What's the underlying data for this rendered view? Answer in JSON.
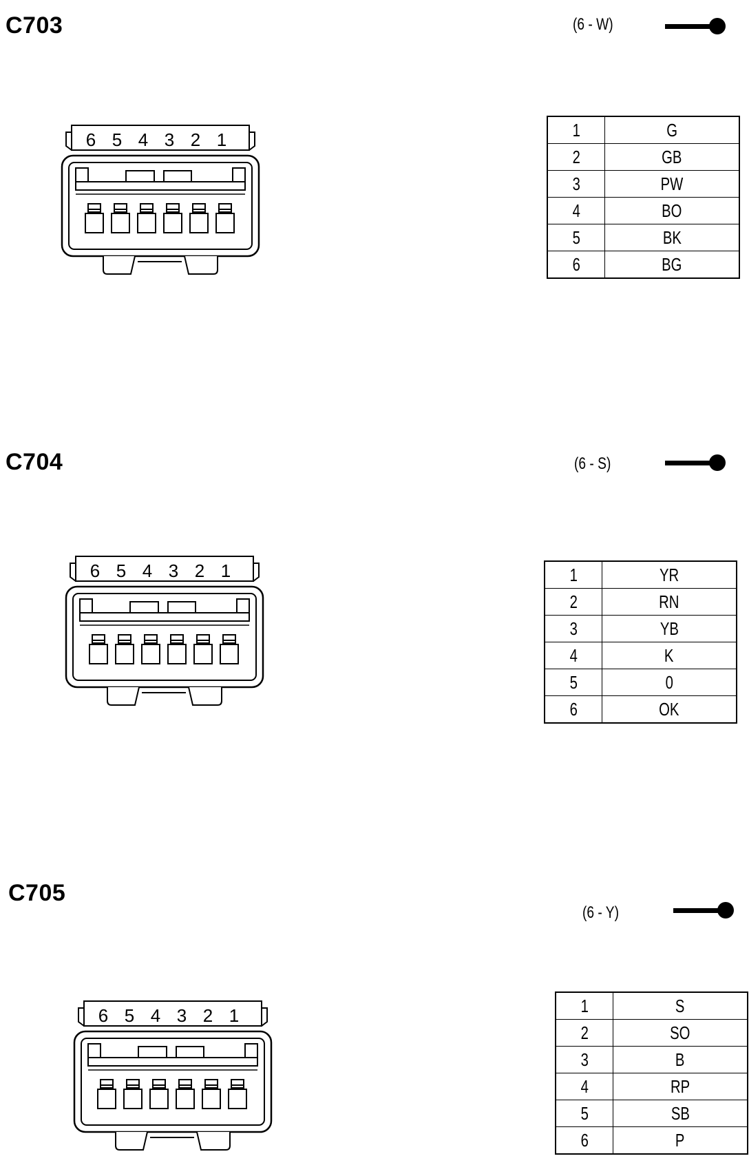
{
  "connectors": [
    {
      "id": "C703",
      "code": "(6 - W)",
      "pin_labels": [
        "6",
        "5",
        "4",
        "3",
        "2",
        "1"
      ],
      "pins": [
        {
          "pin": "1",
          "color": "G"
        },
        {
          "pin": "2",
          "color": "GB"
        },
        {
          "pin": "3",
          "color": "PW"
        },
        {
          "pin": "4",
          "color": "BO"
        },
        {
          "pin": "5",
          "color": "BK"
        },
        {
          "pin": "6",
          "color": "BG"
        }
      ]
    },
    {
      "id": "C704",
      "code": "(6 - S)",
      "pin_labels": [
        "6",
        "5",
        "4",
        "3",
        "2",
        "1"
      ],
      "pins": [
        {
          "pin": "1",
          "color": "YR"
        },
        {
          "pin": "2",
          "color": "RN"
        },
        {
          "pin": "3",
          "color": "YB"
        },
        {
          "pin": "4",
          "color": "K"
        },
        {
          "pin": "5",
          "color": "0"
        },
        {
          "pin": "6",
          "color": "OK"
        }
      ]
    },
    {
      "id": "C705",
      "code": "(6 - Y)",
      "pin_labels": [
        "6",
        "5",
        "4",
        "3",
        "2",
        "1"
      ],
      "pins": [
        {
          "pin": "1",
          "color": "S"
        },
        {
          "pin": "2",
          "color": "SO"
        },
        {
          "pin": "3",
          "color": "B"
        },
        {
          "pin": "4",
          "color": "RP"
        },
        {
          "pin": "5",
          "color": "SB"
        },
        {
          "pin": "6",
          "color": "P"
        }
      ]
    }
  ]
}
